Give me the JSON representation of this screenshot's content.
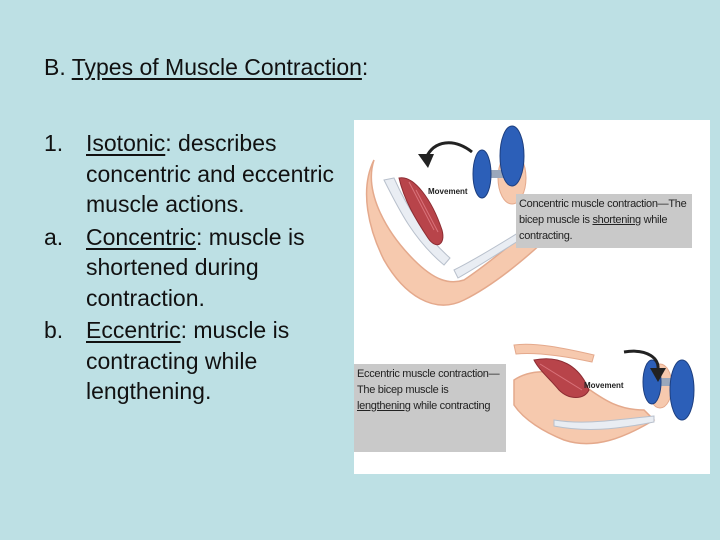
{
  "slide": {
    "title_prefix": "B. ",
    "title_underlined": "Types of Muscle Contraction",
    "title_suffix": ":"
  },
  "list": [
    {
      "marker": "1.",
      "term": "Isotonic",
      "rest": ": describes concentric and eccentric muscle actions."
    },
    {
      "marker": "a.",
      "term": "Concentric",
      "rest": ": muscle is shortened during contraction."
    },
    {
      "marker": "b.",
      "term": "Eccentric",
      "rest": ": muscle is contracting while lengthening."
    }
  ],
  "figure": {
    "top_arm": {
      "arrow_label": "Movement",
      "caption_pre": "Concentric muscle contraction—The bicep muscle is ",
      "caption_em": "shortening",
      "caption_post": " while contracting."
    },
    "bottom_arm": {
      "arrow_label": "Movement",
      "caption_pre": "Eccentric muscle contraction—The bicep muscle is ",
      "caption_em": "lengthening",
      "caption_post": " while contracting"
    },
    "colors": {
      "skin": "#f6c9ae",
      "muscle": "#b8444a",
      "bone": "#e9edf3",
      "dumbbell": "#2c5fb8"
    }
  }
}
